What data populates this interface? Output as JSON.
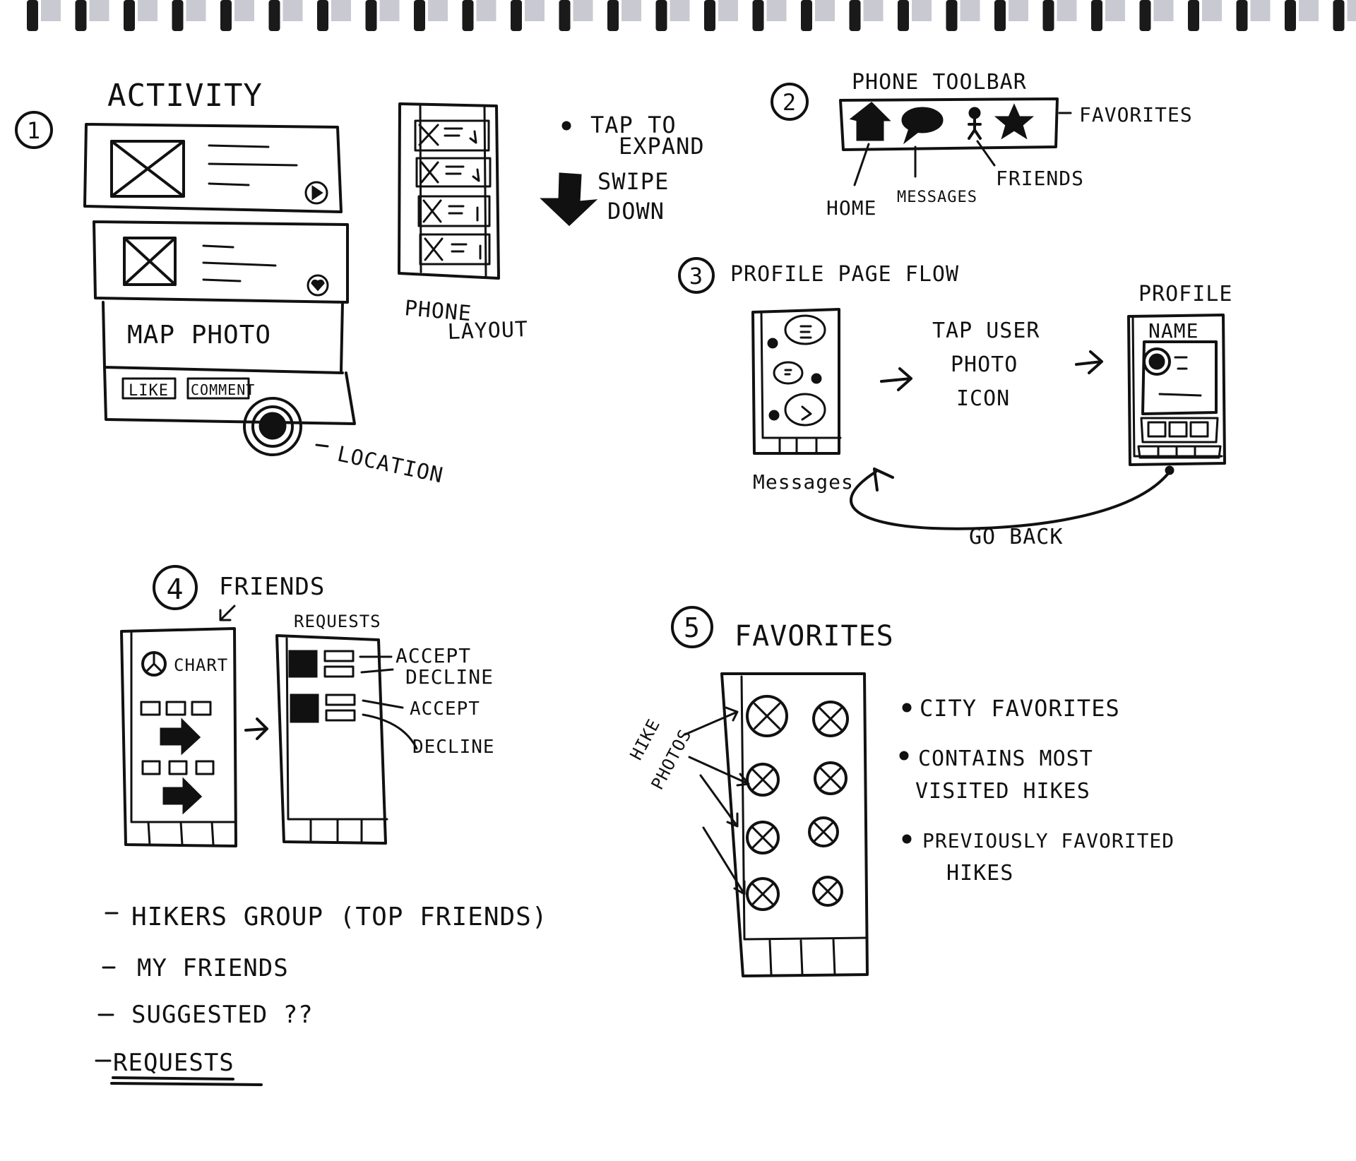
{
  "sections": {
    "activity": {
      "number": "1",
      "title": "ACTIVITY",
      "map_photo": "MAP PHOTO",
      "like": "LIKE",
      "comment": "COMMENT",
      "location": "LOCATION",
      "phone_layout_line1": "PHONE",
      "phone_layout_line2": "LAYOUT",
      "tap_line1": "TAP TO",
      "tap_line2": "EXPAND",
      "swipe_line1": "SWIPE",
      "swipe_line2": "DOWN"
    },
    "toolbar": {
      "number": "2",
      "title": "PHONE TOOLBAR",
      "favorites": "FAVORITES",
      "home": "HOME",
      "messages": "MESSAGES",
      "friends": "FRIENDS"
    },
    "profile_flow": {
      "number": "3",
      "title": "PROFILE PAGE FLOW",
      "tap_line1": "TAP USER",
      "tap_line2": "PHOTO",
      "tap_line3": "ICON",
      "profile": "PROFILE",
      "name": "NAME",
      "messages": "Messages",
      "go_back": "GO BACK"
    },
    "friends": {
      "number": "4",
      "title": "FRIENDS",
      "chart": "CHART",
      "requests": "REQUESTS",
      "accept_1": "ACCEPT",
      "decline_1": "DECLINE",
      "accept_2": "ACCEPT",
      "decline_2": "DECLINE",
      "notes": [
        "HIKERS GROUP (TOP FRIENDS)",
        "MY FRIENDS",
        "SUGGESTED ??",
        "REQUESTS"
      ]
    },
    "favorites": {
      "number": "5",
      "title": "FAVORITES",
      "hike_line1": "HIKE",
      "hike_line2": "PHOTOS",
      "bullets": [
        "CITY FAVORITES",
        "CONTAINS MOST",
        "VISITED HIKES",
        "PREVIOUSLY FAVORITED",
        "HIKES"
      ]
    }
  }
}
